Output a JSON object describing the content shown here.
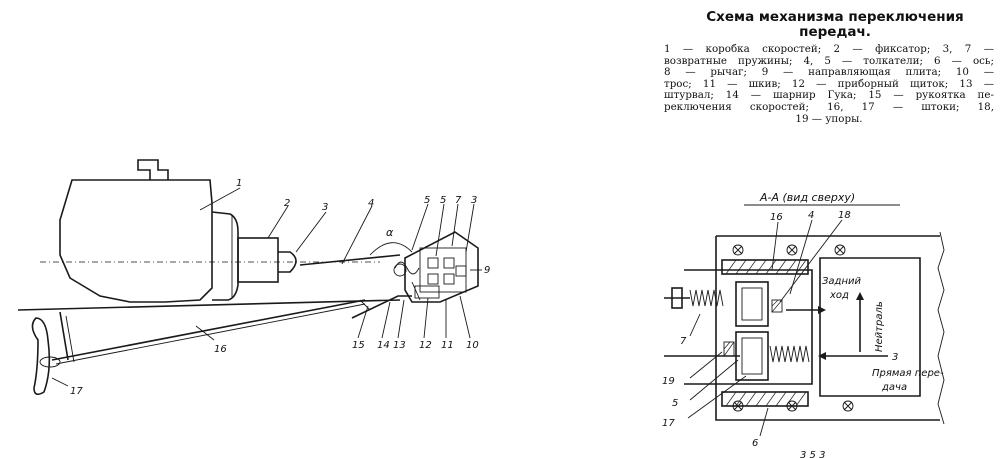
{
  "title": "Схема механизма переключения передач.",
  "caption_lines": [
    "1 — коробка скоростей; 2 — фиксатор; 3, 7 —",
    "возвратные пружины; 4, 5 — толкатели; 6 — ось;",
    "8 — рычаг; 9 — направляющая плита; 10 —",
    "трос; 11 — шкив; 12 — приборный щиток; 13 —",
    "штурвал; 14 — шарнир Гука; 15 — рукоятка пе-",
    "реключения скоростей; 16, 17 — штоки; 18,",
    "19 — упоры."
  ],
  "left_diagram": {
    "angle_symbol": "α",
    "labels": [
      "1",
      "2",
      "3",
      "4",
      "5",
      "5",
      "7",
      "3",
      "9",
      "15",
      "14",
      "13",
      "12",
      "11",
      "10",
      "16",
      "17"
    ]
  },
  "section_view": {
    "heading": "А-А (вид сверху)",
    "labels": [
      "16",
      "4",
      "18",
      "7",
      "19",
      "5",
      "17",
      "6",
      "3"
    ],
    "zadniy_1": "Задний",
    "zadniy_2": "ход",
    "neutral": "Нейтраль",
    "pryamaya_1": "Прямая пере-",
    "pryamaya_2": "дача"
  },
  "footer_fragment": "3 5 3"
}
